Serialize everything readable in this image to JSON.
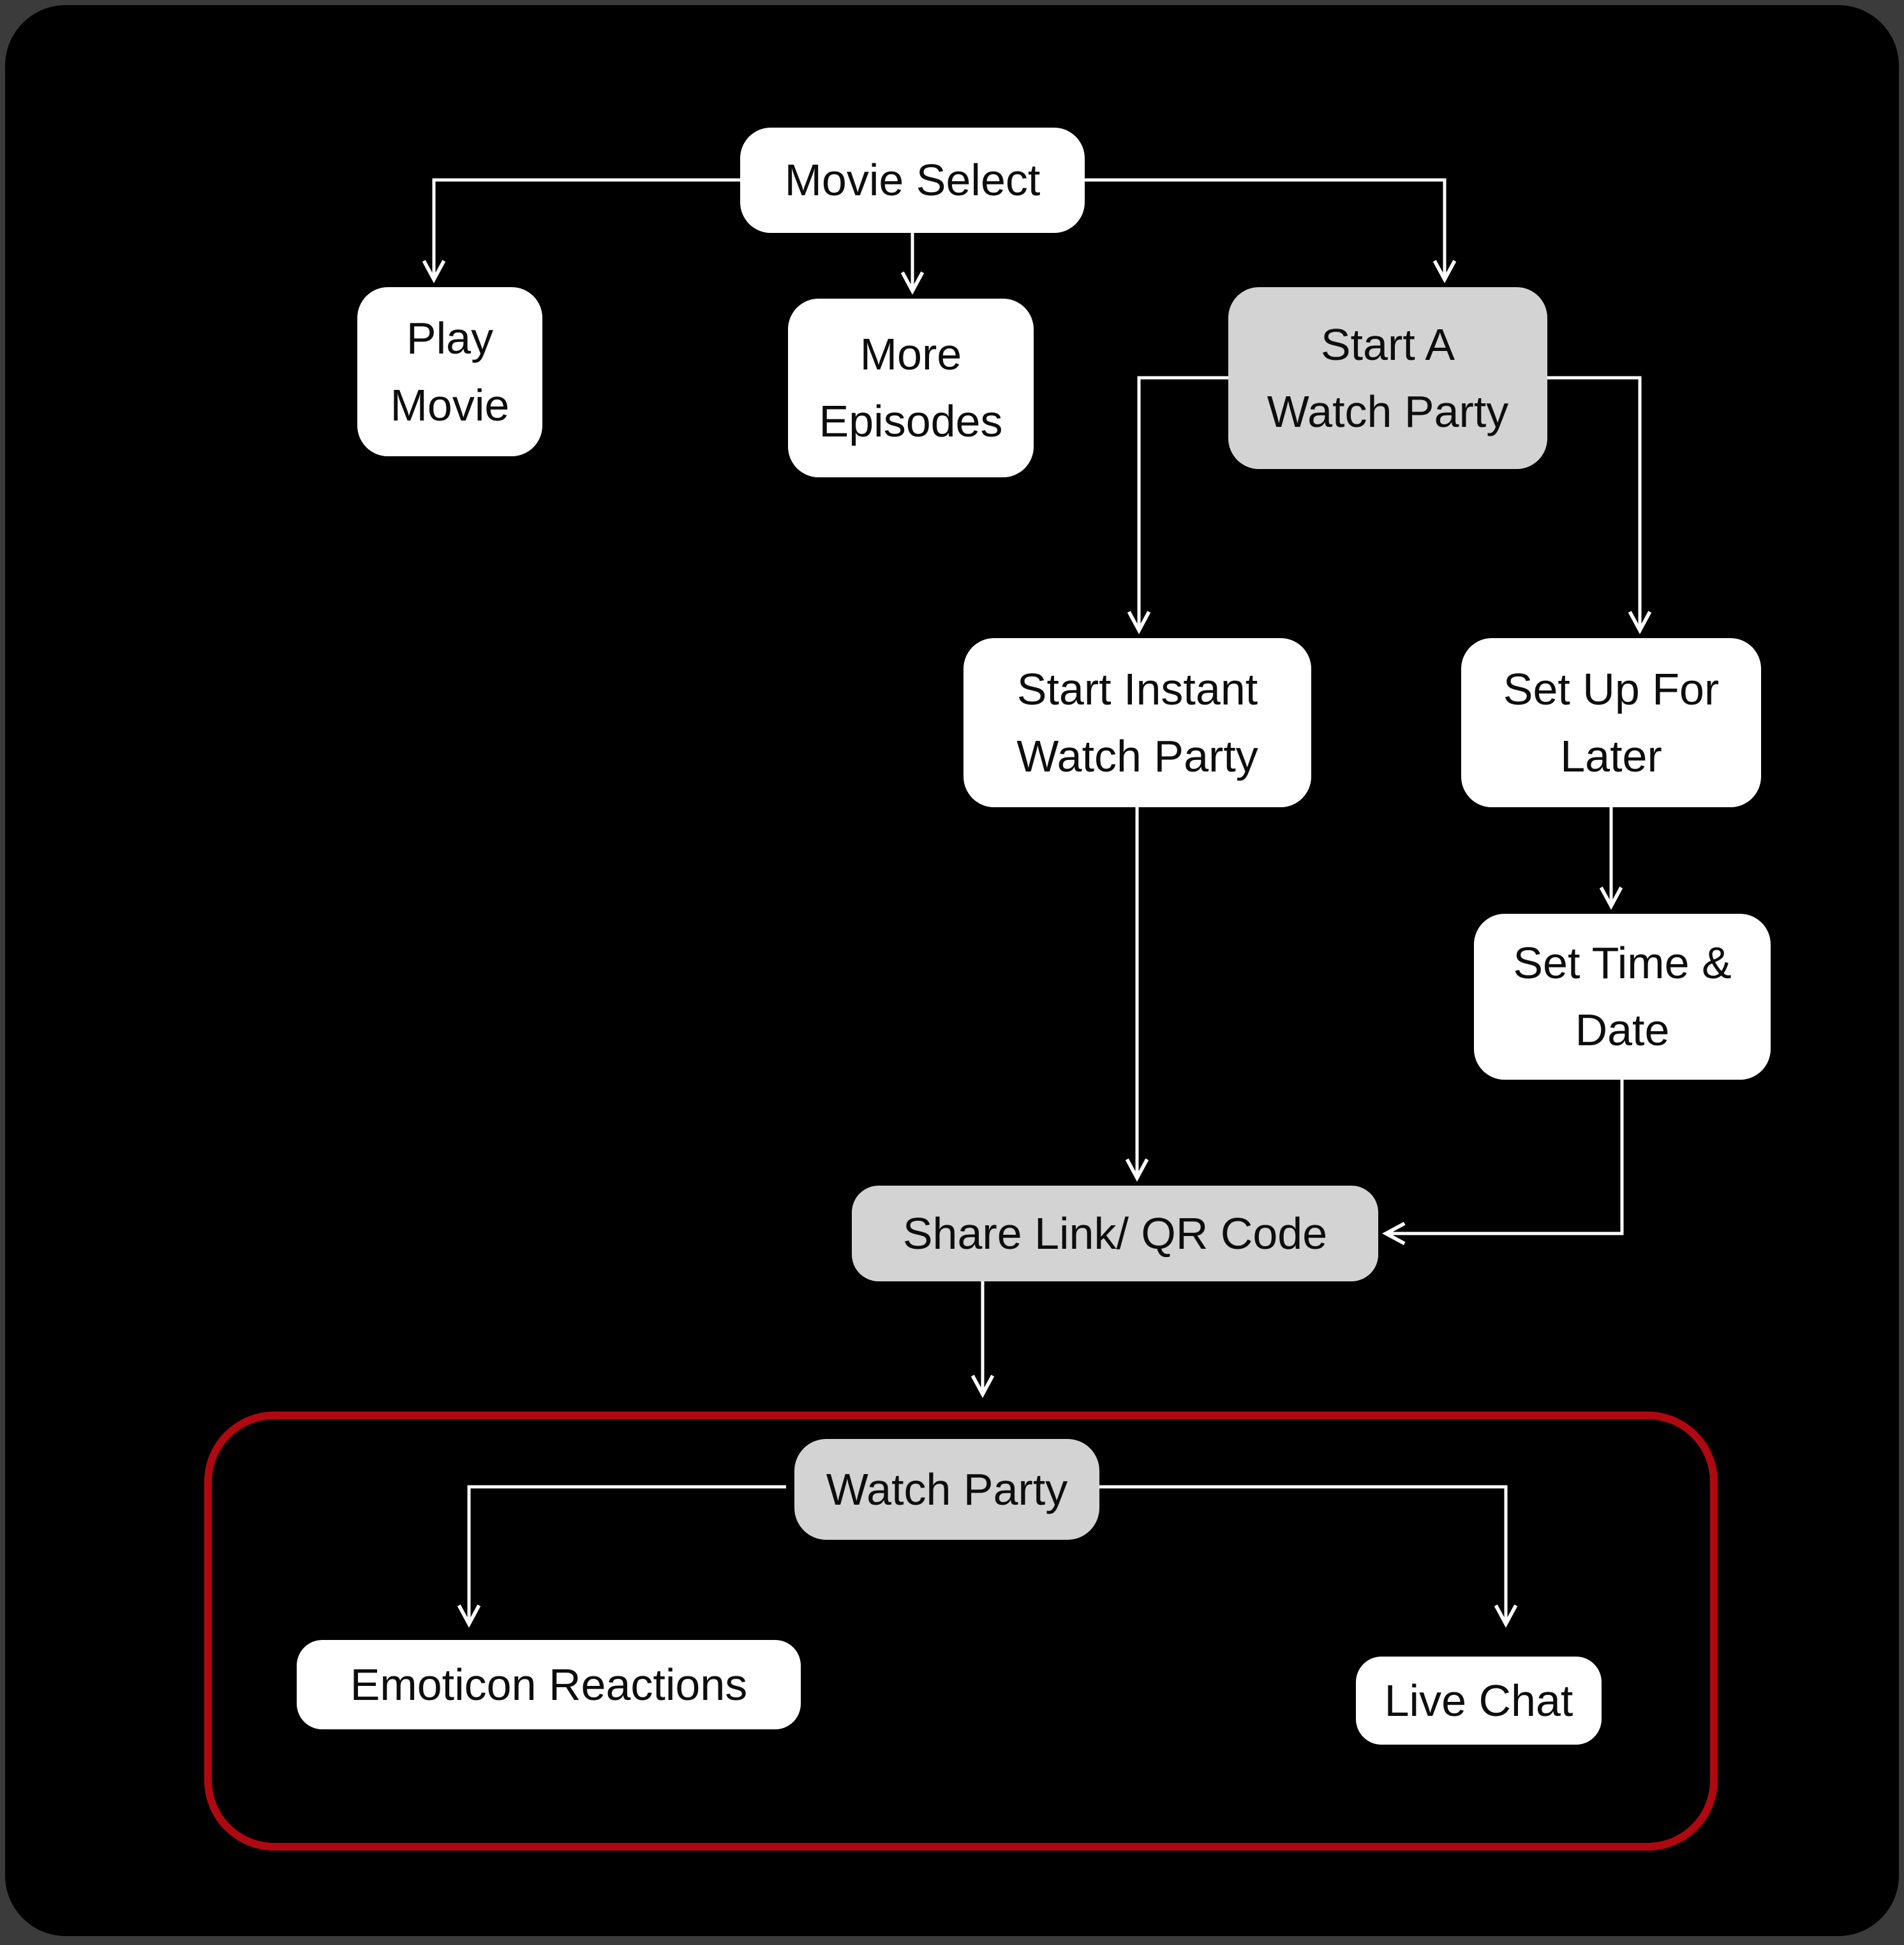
{
  "diagram": {
    "type": "flowchart",
    "nodes": [
      {
        "id": "movie-select",
        "label": "Movie Select",
        "variant": "white"
      },
      {
        "id": "play-movie",
        "label": "Play\nMovie",
        "variant": "white"
      },
      {
        "id": "more-episodes",
        "label": "More\nEpisodes",
        "variant": "white"
      },
      {
        "id": "start-a-watch-party",
        "label": "Start A\nWatch Party",
        "variant": "grey"
      },
      {
        "id": "start-instant-watch-party",
        "label": "Start Instant\nWatch Party",
        "variant": "white"
      },
      {
        "id": "set-up-for-later",
        "label": "Set Up For\nLater",
        "variant": "white"
      },
      {
        "id": "set-time-and-date",
        "label": "Set Time &\nDate",
        "variant": "white"
      },
      {
        "id": "share-link-qr-code",
        "label": "Share Link/ QR Code",
        "variant": "grey"
      },
      {
        "id": "watch-party",
        "label": "Watch Party",
        "variant": "grey"
      },
      {
        "id": "emoticon-reactions",
        "label": "Emoticon Reactions",
        "variant": "white"
      },
      {
        "id": "live-chat",
        "label": "Live Chat",
        "variant": "white"
      }
    ],
    "edges": [
      {
        "from": "movie-select",
        "to": "play-movie"
      },
      {
        "from": "movie-select",
        "to": "more-episodes"
      },
      {
        "from": "movie-select",
        "to": "start-a-watch-party"
      },
      {
        "from": "start-a-watch-party",
        "to": "start-instant-watch-party"
      },
      {
        "from": "start-a-watch-party",
        "to": "set-up-for-later"
      },
      {
        "from": "start-instant-watch-party",
        "to": "share-link-qr-code"
      },
      {
        "from": "set-up-for-later",
        "to": "set-time-and-date"
      },
      {
        "from": "set-time-and-date",
        "to": "share-link-qr-code"
      },
      {
        "from": "share-link-qr-code",
        "to": "watch-party"
      },
      {
        "from": "watch-party",
        "to": "emoticon-reactions"
      },
      {
        "from": "watch-party",
        "to": "live-chat"
      }
    ],
    "colors": {
      "outer_background": "#3b3b3b",
      "canvas_background": "#000000",
      "node_fill_white": "#ffffff",
      "node_fill_grey": "#d3d3d3",
      "node_text": "#0d0d0d",
      "connector": "#ffffff",
      "highlight_border": "#b00810"
    }
  }
}
